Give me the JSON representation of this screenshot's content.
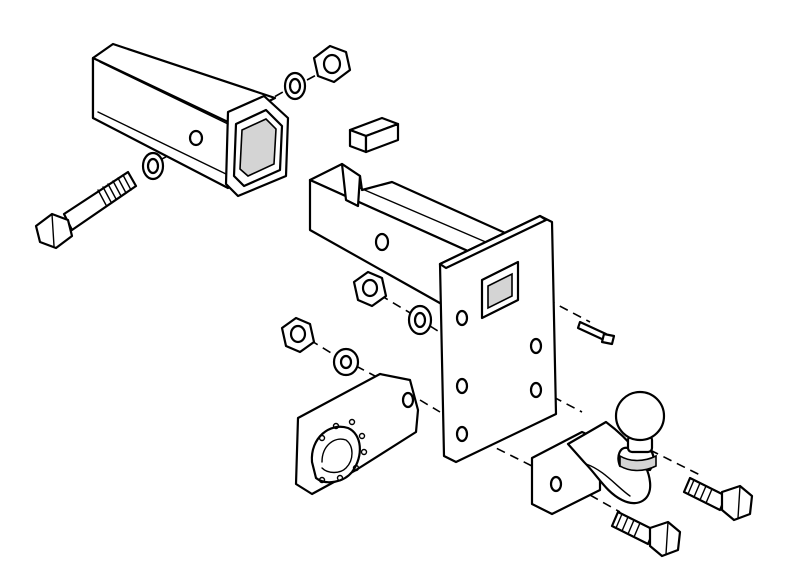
{
  "diagram": {
    "kind": "exploded-assembly",
    "line_color": "#000000",
    "background_color": "#ffffff",
    "fill_color": "#ffffff",
    "shade_color": "#d4d4d4",
    "parts": [
      {
        "id": "receiver-tube"
      },
      {
        "id": "bolt-long"
      },
      {
        "id": "washer-front"
      },
      {
        "id": "washer-rear"
      },
      {
        "id": "nut-top"
      },
      {
        "id": "spacer-block"
      },
      {
        "id": "drawbar-mount"
      },
      {
        "id": "nut-middle"
      },
      {
        "id": "washer-middle"
      },
      {
        "id": "nut-lower"
      },
      {
        "id": "washer-lower"
      },
      {
        "id": "socket-plate"
      },
      {
        "id": "tow-ball"
      },
      {
        "id": "bolt-upper-right"
      },
      {
        "id": "bolt-lower-right"
      },
      {
        "id": "split-pin"
      }
    ]
  }
}
